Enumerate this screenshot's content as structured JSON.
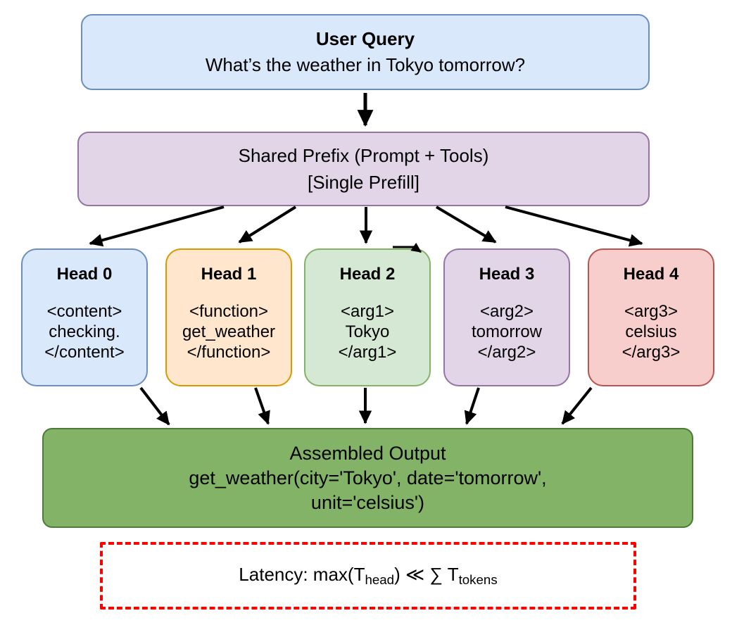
{
  "diagram": {
    "user_query": {
      "title": "User Query",
      "text": "What’s the weather in Tokyo tomorrow?"
    },
    "shared_prefix": {
      "line1": "Shared Prefix (Prompt + Tools)",
      "line2": "[Single Prefill]"
    },
    "heads": [
      {
        "title": "Head 0",
        "lines": [
          "<content>",
          "checking.",
          "</content>"
        ],
        "fill": "#dae8fc",
        "border": "#6c8ebf"
      },
      {
        "title": "Head 1",
        "lines": [
          "<function>",
          "get_weather",
          "</function>"
        ],
        "fill": "#ffe6cc",
        "border": "#d79b00"
      },
      {
        "title": "Head 2",
        "lines": [
          "<arg1>",
          "Tokyo",
          "</arg1>"
        ],
        "fill": "#d5e8d4",
        "border": "#82b366"
      },
      {
        "title": "Head 3",
        "lines": [
          "<arg2>",
          "tomorrow",
          "</arg2>"
        ],
        "fill": "#e1d5e7",
        "border": "#9673a6"
      },
      {
        "title": "Head 4",
        "lines": [
          "<arg3>",
          "celsius",
          "</arg3>"
        ],
        "fill": "#f8cecc",
        "border": "#b85450"
      }
    ],
    "assembled_output": {
      "title": "Assembled Output",
      "line2": "get_weather(city='Tokyo', date='tomorrow',",
      "line3": "unit='celsius')"
    },
    "latency": {
      "label": "Latency: max(T",
      "sub_head": "head",
      "middle": ") ≪ ∑ T",
      "sub_tokens": "tokens"
    },
    "colors": {
      "user_query_fill": "#dae8fc",
      "user_query_border": "#6c8ebf",
      "prefix_fill": "#e1d5e7",
      "prefix_border": "#9673a6",
      "output_fill": "#82b366",
      "output_border": "#4d7a36",
      "latency_border": "#ff0000",
      "arrow": "#000000"
    }
  }
}
